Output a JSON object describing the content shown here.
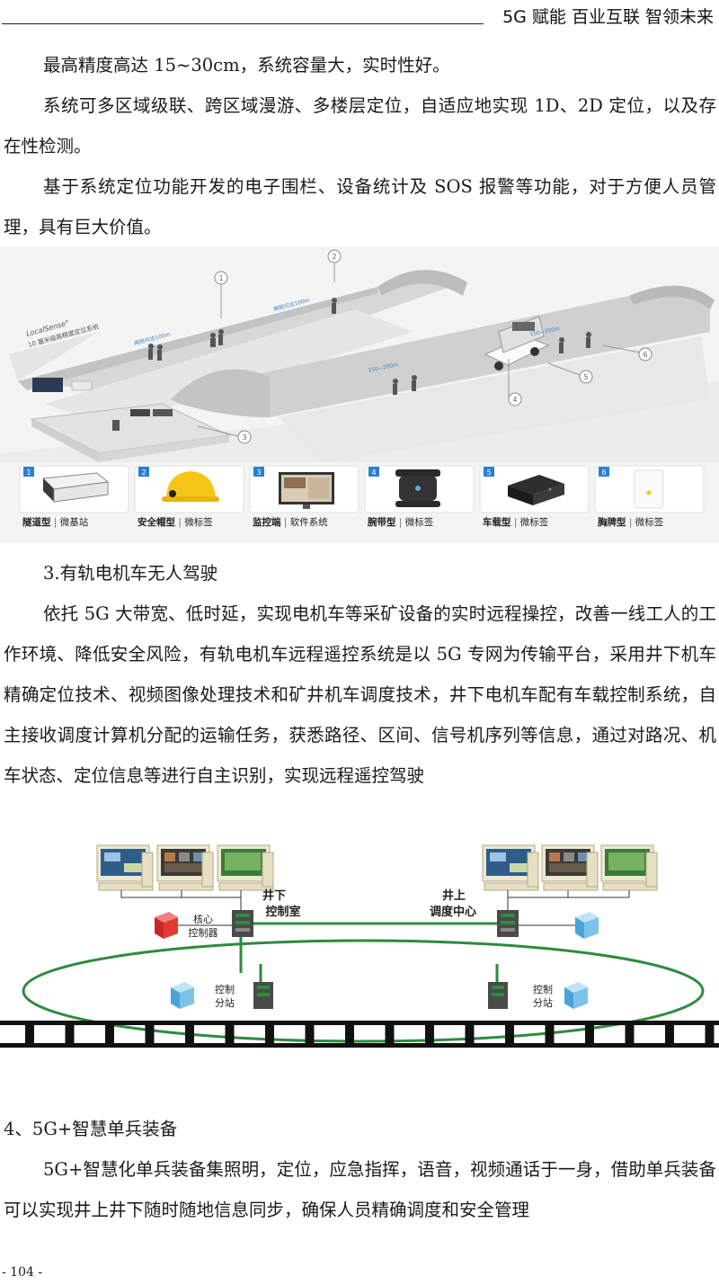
{
  "header": {
    "title": "5G 赋能  百业互联  智领未来"
  },
  "paragraphs": {
    "p1": "最高精度高达 15~30cm，系统容量大，实时性好。",
    "p2": "系统可多区域级联、跨区域漫游、多楼层定位，自适应地实现 1D、2D 定位，以及存在性检测。",
    "p3": "基于系统定位功能开发的电子围栏、设备统计及 SOS 报警等功能，对于方便人员管理，具有巨大价值。",
    "h3": "3.有轨电机车无人驾驶",
    "p4": "依托 5G 大带宽、低时延，实现电机车等采矿设备的实时远程操控，改善一线工人的工作环境、降低安全风险，有轨电机车远程遥控系统是以 5G 专网为传输平台，采用井下机车精确定位技术、视频图像处理技术和矿井机车调度技术，井下电机车配有车载控制系统，自主接收调度计算机分配的运输任务，获悉路径、区间、信号机序列等信息，通过对路况、机车状态、定位信息等进行自主识别，实现远程遥控驾驶",
    "h4": "4、5G+智慧单兵装备",
    "p5": "5G+智慧化单兵装备集照明，定位，应急指挥，语音，视频通话于一身，借助单兵装备可以实现井上井下随时随地信息同步，确保人员精确调度和安全管理"
  },
  "figure1": {
    "brand": "LocalSense°",
    "brand_sub": "10 厘米级高精度定位系统",
    "markers": [
      "1",
      "2",
      "3",
      "4",
      "5",
      "6"
    ],
    "distance_labels": [
      "两侧可达100m",
      "两侧可达100m",
      "150~200m",
      "150~200m"
    ],
    "products": [
      {
        "num": "1",
        "name": "隧道型",
        "kind": "微基站"
      },
      {
        "num": "2",
        "name": "安全帽型",
        "kind": "微标签"
      },
      {
        "num": "3",
        "name": "监控端",
        "kind": "软件系统"
      },
      {
        "num": "4",
        "name": "腕带型",
        "kind": "微标签"
      },
      {
        "num": "5",
        "name": "车载型",
        "kind": "微标签"
      },
      {
        "num": "6",
        "name": "胸牌型",
        "kind": "微标签"
      }
    ]
  },
  "figure2": {
    "underground_room": [
      "井下",
      "控制室"
    ],
    "surface_center": [
      "井上",
      "调度中心"
    ],
    "core_controller": [
      "核心",
      "控制器"
    ],
    "substation_left": [
      "控制",
      "分站"
    ],
    "substation_right": [
      "控制",
      "分站"
    ]
  },
  "footer": {
    "page": "- 104 -"
  }
}
